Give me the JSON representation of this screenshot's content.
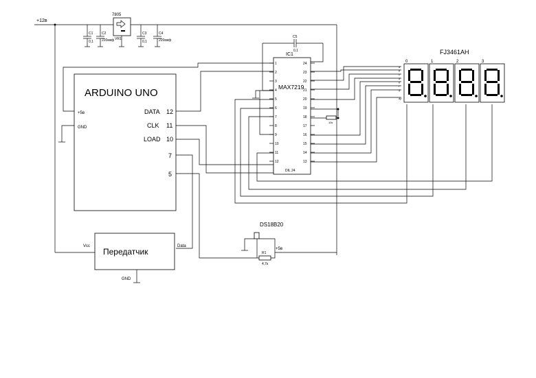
{
  "power": {
    "supply_label": "+12в"
  },
  "regulator": {
    "part": "7805",
    "ref": "VR1"
  },
  "capacitors": {
    "c1": {
      "ref": "C1",
      "value": "0,1"
    },
    "c2": {
      "ref": "C2",
      "value": "220мкф"
    },
    "c3": {
      "ref": "C3",
      "value": "0,1"
    },
    "c4": {
      "ref": "C4",
      "value": "220мкф"
    },
    "c5": {
      "ref": "C5",
      "value": "0,1"
    }
  },
  "arduino": {
    "title": "ARDUINO UNO",
    "left_pins": [
      "+5в",
      "GND"
    ],
    "pins": [
      {
        "name": "DATA",
        "num": "12"
      },
      {
        "name": "CLK",
        "num": "11"
      },
      {
        "name": "LOAD",
        "num": "10"
      },
      {
        "name": "",
        "num": "7"
      },
      {
        "name": "",
        "num": "5"
      }
    ]
  },
  "ic1": {
    "ref": "IC1",
    "part": "MAX7219",
    "package": "DIL 24",
    "left_pins": [
      "1",
      "2",
      "3",
      "4",
      "5",
      "6",
      "7",
      "8",
      "9",
      "10",
      "11",
      "12"
    ],
    "right_pins": [
      "24",
      "23",
      "22",
      "21",
      "20",
      "19",
      "18",
      "17",
      "16",
      "15",
      "14",
      "13"
    ]
  },
  "rset": {
    "value": "10к"
  },
  "display": {
    "part": "FJ3461AH",
    "digit_numbers": [
      "0",
      "1",
      "2",
      "3"
    ],
    "segment_labels": [
      "a",
      "b",
      "c",
      "d",
      "e",
      "f",
      "g",
      "dp"
    ]
  },
  "sensor": {
    "part": "DS18B20",
    "vcc_label": "+5в",
    "resistor_ref": "R1",
    "resistor_value": "4,7к"
  },
  "transmitter": {
    "title": "Передатчик",
    "vcc_label": "Vcc",
    "data_label": "Data",
    "gnd_label": "GND"
  }
}
